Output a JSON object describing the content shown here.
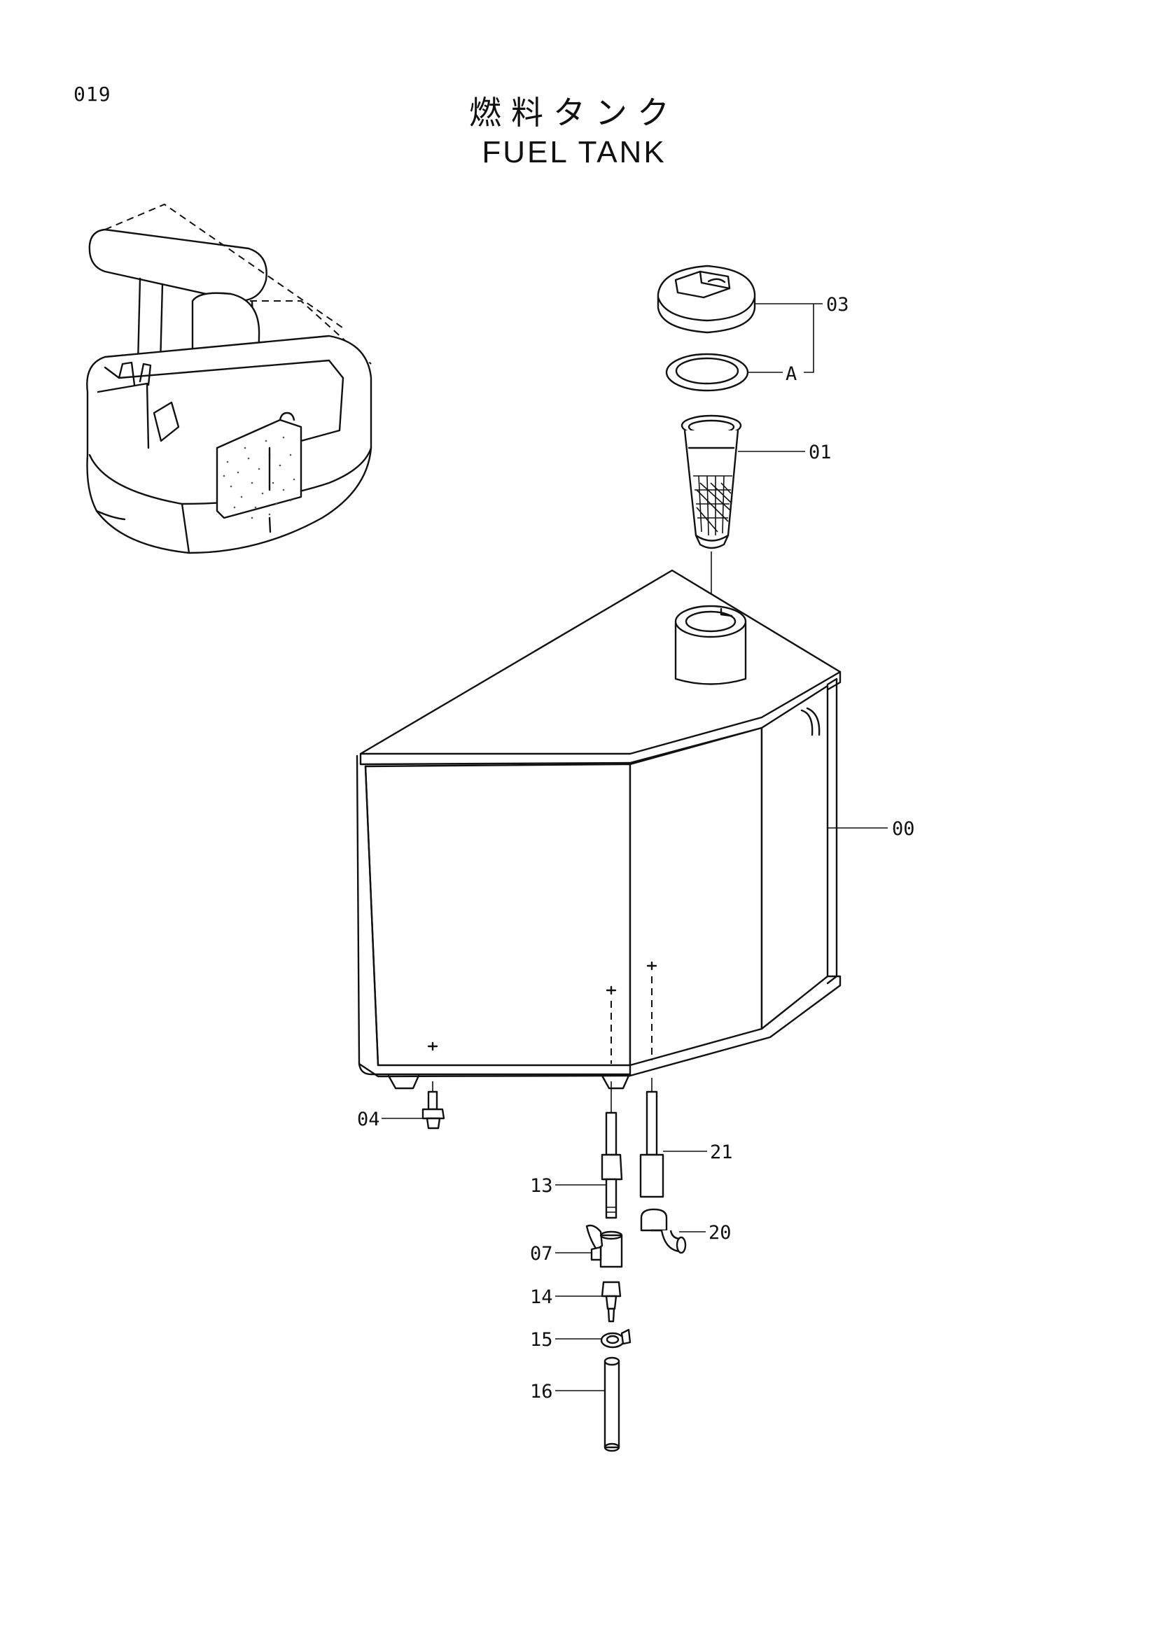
{
  "page": {
    "number": "019"
  },
  "title": {
    "japanese": "燃料タンク",
    "english": "FUEL TANK"
  },
  "callouts": {
    "p03": "03",
    "pA": "A",
    "p01": "01",
    "p00": "00",
    "p04": "04",
    "p21": "21",
    "p13": "13",
    "p20": "20",
    "p07": "07",
    "p14": "14",
    "p15": "15",
    "p16": "16"
  }
}
